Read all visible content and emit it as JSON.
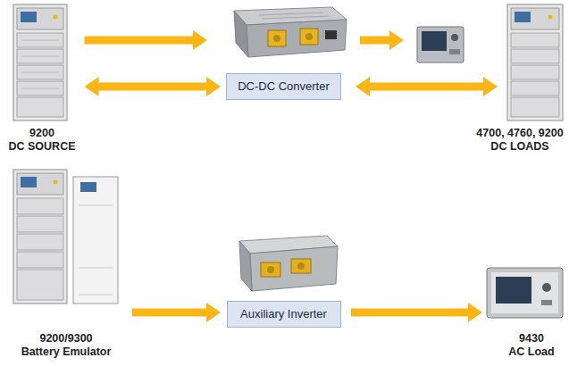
{
  "diagram": {
    "nodes": [
      {
        "text": [
          "9200",
          "DC SOURCE"
        ]
      },
      {
        "text": [
          "DC-DC Converter"
        ]
      },
      {
        "text": [
          "4700, 4760, 9200",
          "DC LOADS"
        ]
      },
      {
        "text": [
          "9200/9300",
          "Battery Emulator"
        ]
      },
      {
        "text": [
          "Auxiliary Inverter"
        ]
      },
      {
        "text": [
          "9430",
          "AC Load"
        ]
      }
    ],
    "edges": [
      {
        "from": 0,
        "to": 1,
        "arrow": "to"
      },
      {
        "from": 1,
        "to": 2,
        "arrow": "to"
      },
      {
        "from": 0,
        "to": 1,
        "arrow": "both"
      },
      {
        "from": 1,
        "to": 2,
        "arrow": "both"
      },
      {
        "from": 3,
        "to": 4,
        "arrow": "to"
      },
      {
        "from": 4,
        "to": 5,
        "arrow": "to"
      }
    ]
  }
}
